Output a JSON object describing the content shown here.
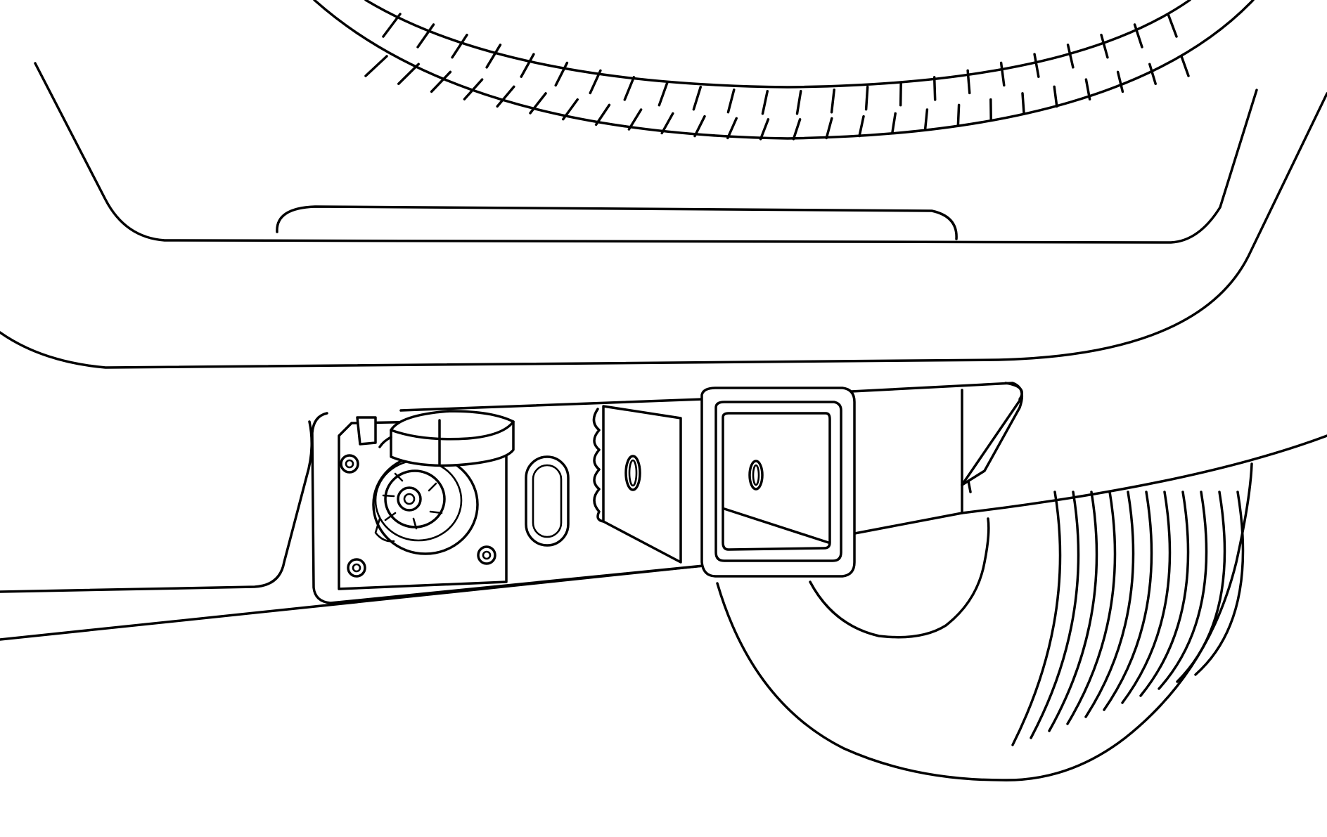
{
  "illustration": {
    "subject": "",
    "line_color": "#000000",
    "background_color": "#ffffff",
    "parts": [
      "spare-tire",
      "rear-bumper",
      "bumper-step-pad",
      "trailer-wiring-connector",
      "connector-cover",
      "hitch-receiver",
      "rear-wheel"
    ]
  }
}
